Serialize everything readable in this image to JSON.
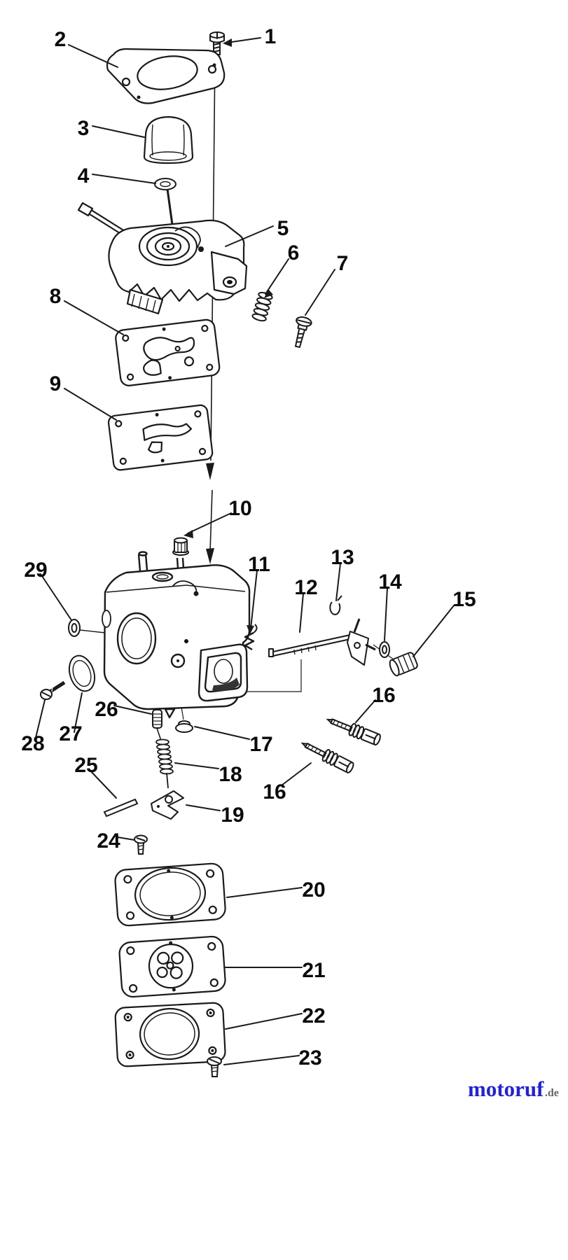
{
  "callouts": {
    "c1": "1",
    "c2": "2",
    "c3": "3",
    "c4": "4",
    "c5": "5",
    "c6": "6",
    "c7": "7",
    "c8": "8",
    "c9": "9",
    "c10": "10",
    "c11": "11",
    "c12": "12",
    "c13": "13",
    "c14": "14",
    "c15": "15",
    "c16a": "16",
    "c16b": "16",
    "c17": "17",
    "c18": "18",
    "c19": "19",
    "c20": "20",
    "c21": "21",
    "c22": "22",
    "c23": "23",
    "c24": "24",
    "c25": "25",
    "c26": "26",
    "c27": "27",
    "c28": "28",
    "c29": "29"
  },
  "logo": {
    "brand": "motoruf",
    "tld": ".de"
  },
  "colors": {
    "background": "#ffffff",
    "line": "#1a1a1a",
    "label": "#0a0a0a",
    "logo_brand": "#2323cc",
    "logo_tld": "#666666"
  }
}
